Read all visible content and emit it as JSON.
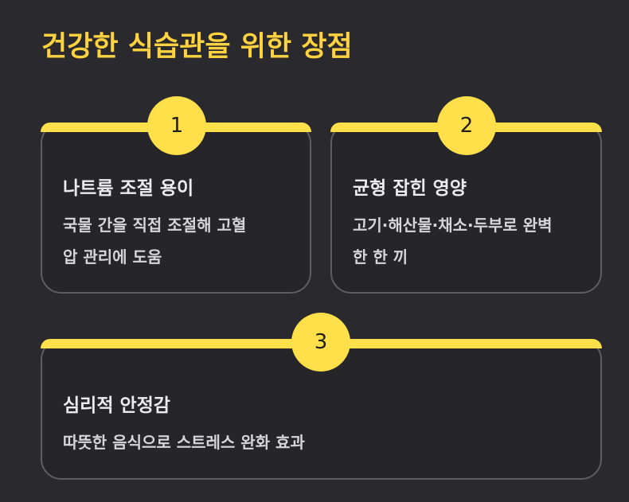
{
  "title": "건강한 식습관을 위한 장점",
  "cards": [
    {
      "number": "1",
      "title": "나트륨 조절 용이",
      "line1": "국물 간을 직접 조절해 고혈",
      "line2": "압 관리에 도움"
    },
    {
      "number": "2",
      "title": "균형 잡힌 영양",
      "line1": "고기·해산물·채소·두부로 완벽",
      "line2": "한 한 끼"
    },
    {
      "number": "3",
      "title": "심리적 안정감",
      "line1": "따뜻한 음식으로 스트레스 완화 효과",
      "line2": ""
    }
  ],
  "colors": {
    "background": "#2a292e",
    "accent": "#ffe04a",
    "title": "#ffd23f",
    "card_border": "#5e5d63"
  }
}
